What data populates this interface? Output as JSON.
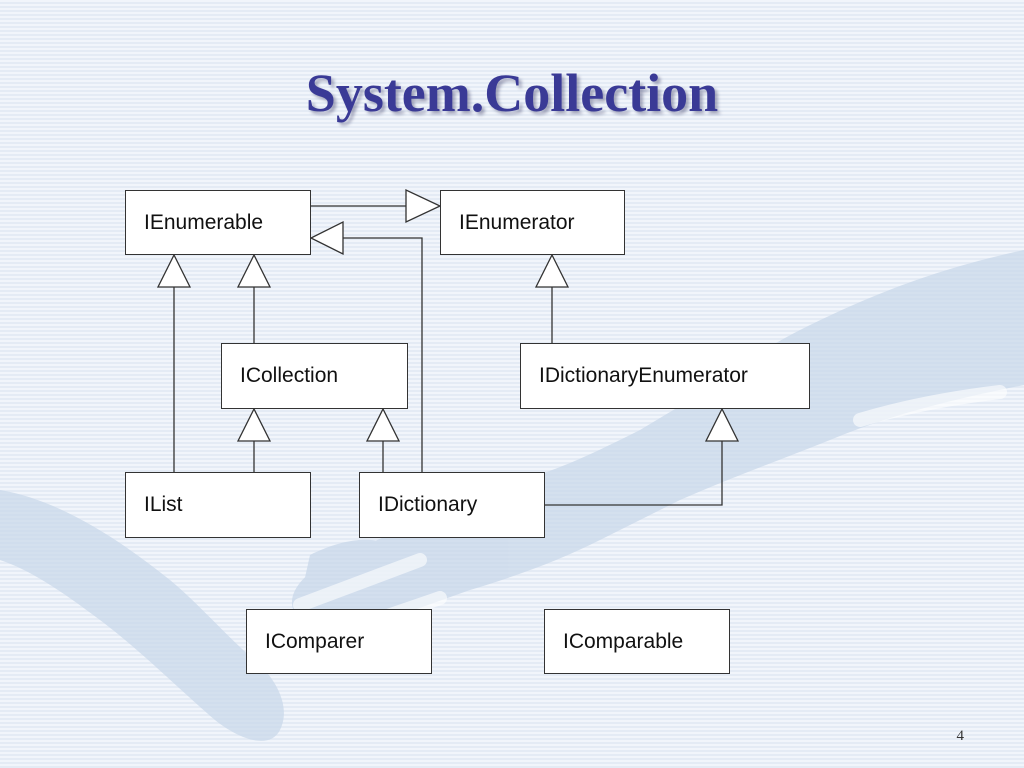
{
  "slide": {
    "title": "System.Collection",
    "page_number": "4"
  },
  "diagram": {
    "nodes": {
      "ienumerable": "IEnumerable",
      "ienumerator": "IEnumerator",
      "icollection": "ICollection",
      "idictionaryenumerator": "IDictionaryEnumerator",
      "ilist": "IList",
      "idictionary": "IDictionary",
      "icomparer": "IComparer",
      "icomparable": "IComparable"
    },
    "relations": [
      {
        "from": "IEnumerable",
        "to": "IEnumerator",
        "type": "generalization"
      },
      {
        "from": "IDictionary",
        "to": "IEnumerable",
        "type": "generalization"
      },
      {
        "from": "ICollection",
        "to": "IEnumerable",
        "type": "generalization"
      },
      {
        "from": "IList",
        "to": "IEnumerable",
        "type": "generalization"
      },
      {
        "from": "IList",
        "to": "ICollection",
        "type": "generalization"
      },
      {
        "from": "IDictionary",
        "to": "ICollection",
        "type": "generalization"
      },
      {
        "from": "IDictionaryEnumerator",
        "to": "IEnumerator",
        "type": "generalization"
      },
      {
        "from": "IDictionary",
        "to": "IDictionaryEnumerator",
        "type": "generalization"
      }
    ]
  },
  "colors": {
    "title": "#3a3a96",
    "background": "#ecf1f8",
    "line": "#333333",
    "box_fill": "#ffffff"
  }
}
